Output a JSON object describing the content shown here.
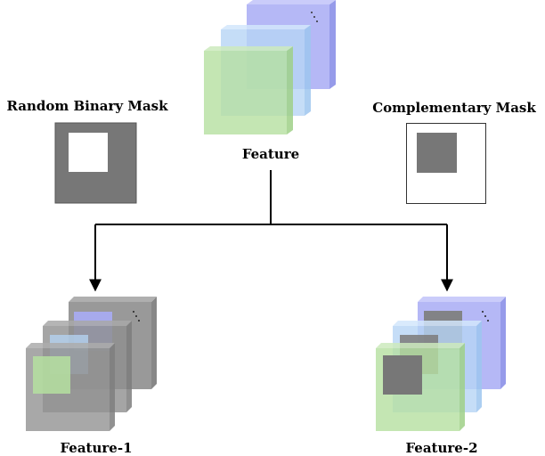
{
  "labels": {
    "random_mask": "Random Binary Mask",
    "complementary_mask": "Complementary Mask",
    "feature": "Feature",
    "feature1": "Feature-1",
    "feature2": "Feature-2"
  },
  "colors": {
    "layer_front": "#b5e0a0",
    "layer_middle": "#b6d5f5",
    "layer_back": "#a8acf5",
    "mask_dark": "#777777",
    "masked_layer": "#8e8e8e",
    "arrow": "#000000"
  }
}
